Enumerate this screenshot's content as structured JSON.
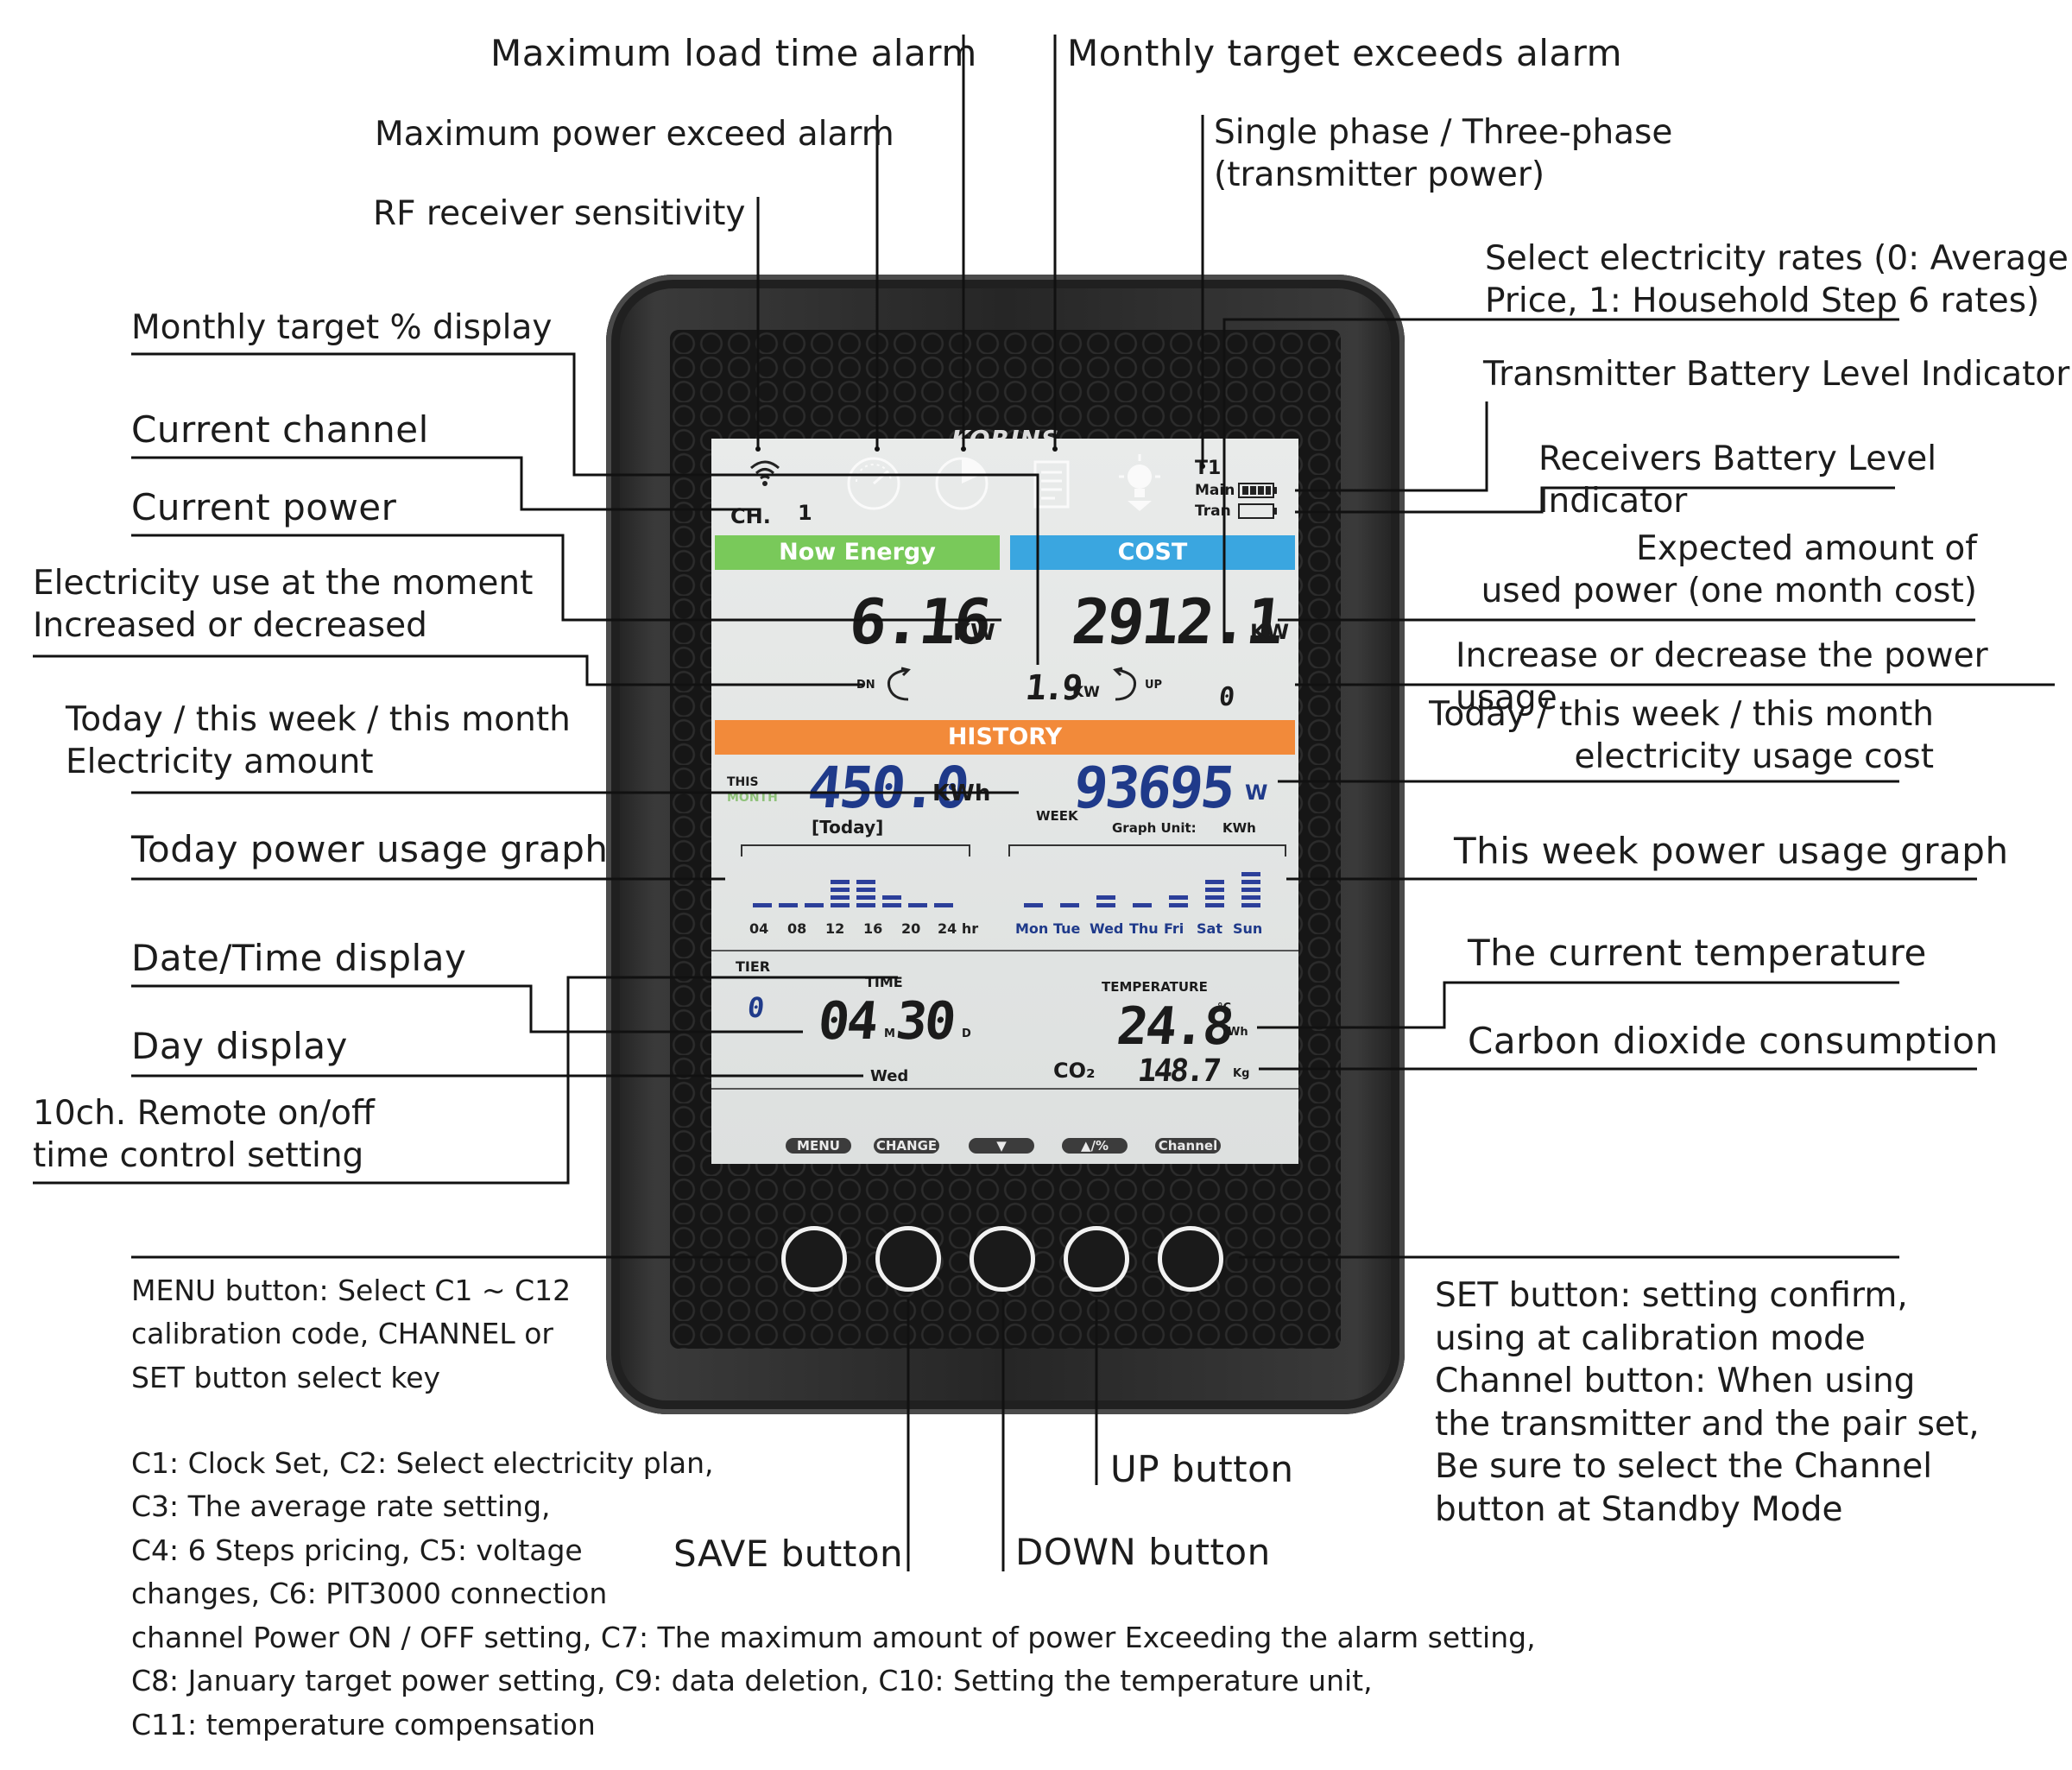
{
  "device": {
    "brand": "KORINS",
    "screen": {
      "ch_label": "CH.",
      "ch_value": "1",
      "tariff": "T1",
      "main_label": "Main",
      "tran_label": "Tran",
      "now_energy_label": "Now Energy",
      "cost_label": "COST",
      "now_value": "6.16",
      "now_unit": "KW",
      "cost_value": "2912.1",
      "cost_unit": "KW",
      "dn_label": "DN",
      "delta_value": "1.9",
      "delta_unit": "KW",
      "up_label": "UP",
      "cost_small_value": "0",
      "history_label": "HISTORY",
      "this_label": "THIS",
      "month_label": "MONTH",
      "history_value": "450.0",
      "history_unit": "KWh",
      "usage_cost_value": "93695",
      "usage_cost_unit": "W",
      "week_label": "WEEK",
      "today_label": "[Today]",
      "graph_unit_label": "Graph Unit:",
      "graph_unit_value": "KWh",
      "today_ticks": [
        "04",
        "08",
        "12",
        "16",
        "20",
        "24 hr"
      ],
      "week_days": [
        "Mon",
        "Tue",
        "Wed",
        "Thu",
        "Fri",
        "Sat",
        "Sun"
      ],
      "tier_label": "TIER",
      "tier_value": "0",
      "time_label": "TIME",
      "time_value": "04",
      "time_m": "M",
      "time_value2": "30",
      "time_d": "D",
      "day_value": "Wed",
      "temperature_label": "TEMPERATURE",
      "temperature_value": "24.8",
      "temperature_unit": "°C",
      "wh_label": "Wh",
      "co2_label": "CO₂",
      "co2_value": "148.7",
      "co2_unit": "Kg",
      "buttons": [
        "MENU",
        "CHANGE",
        "▼",
        "▲/%",
        "Channel"
      ]
    }
  },
  "labels": {
    "max_load_time_alarm": "Maximum load time alarm",
    "monthly_target_exceeds_alarm": "Monthly target exceeds alarm",
    "max_power_exceed_alarm": "Maximum power exceed alarm",
    "phase": "Single phase / Three-phase\n(transmitter power)",
    "rf_sensitivity": "RF receiver sensitivity",
    "select_rates": "Select electricity rates (0: Average\nPrice, 1: Household Step 6 rates)",
    "monthly_target_pct": "Monthly target % display",
    "transmitter_battery": "Transmitter Battery Level Indicator",
    "current_channel": "Current channel",
    "receivers_battery": "Receivers Battery Level Indicator",
    "current_power": "Current power",
    "expected_amount": "Expected amount of\nused power (one month cost)",
    "electricity_use": "Electricity use at the moment\nIncreased or decreased",
    "increase_decrease": "Increase or decrease the power usage",
    "today_amount": "Today / this week / this month\nElectricity amount",
    "today_cost": "Today / this week / this month\nelectricity usage cost",
    "today_graph": "Today power usage graph",
    "week_graph": "This week power usage graph",
    "date_time": "Date/Time display",
    "current_temp": "The current temperature",
    "day_display": "Day display",
    "co2": "Carbon dioxide consumption",
    "remote": "10ch. Remote on/off\ntime control setting",
    "menu_button": "MENU button: Select C1 ~ C12\ncalibration code, CHANNEL or\nSET button select key",
    "set_button": "SET button: setting confirm,\nusing at calibration mode\nChannel button: When using\nthe transmitter and the pair set,\nBe sure to select the Channel\nbutton at Standby Mode",
    "up_button": "UP button",
    "save_button": "SAVE button",
    "down_button": "DOWN button",
    "codes": "C1: Clock Set, C2: Select electricity plan,\nC3: The average rate setting,\nC4: 6 Steps pricing, C5: voltage\nchanges, C6: PIT3000 connection\nchannel Power ON / OFF setting, C7: The maximum amount of power Exceeding the alarm setting,\nC8: January target power setting, C9: data deletion, C10: Setting the temperature unit,\nC11: temperature compensation"
  },
  "colors": {
    "now_energy": "#79c95a",
    "cost": "#3aa6e0",
    "history": "#f28a3a",
    "digit": "#1f3a8a"
  }
}
